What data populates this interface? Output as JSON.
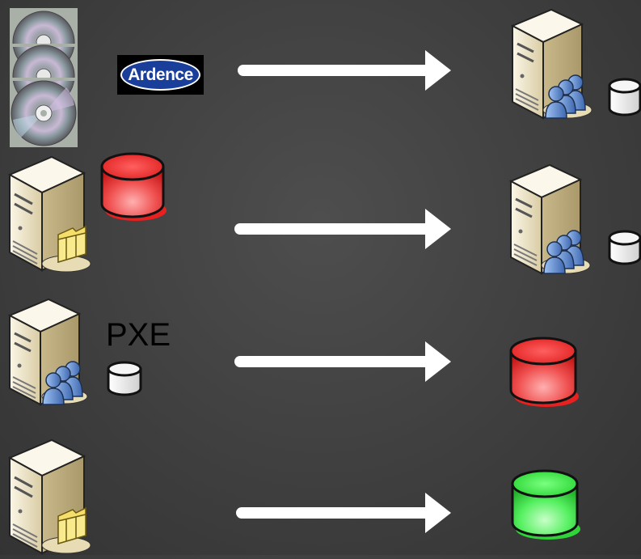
{
  "rows": [
    {
      "id": "row-1",
      "source": [
        "cd-stack-icon",
        "ardence-logo"
      ],
      "target": [
        "server-users-icon",
        "small-disk-icon"
      ]
    },
    {
      "id": "row-2",
      "source": [
        "server-folder-icon",
        "red-disk-icon"
      ],
      "target": [
        "server-users-icon",
        "small-disk-icon"
      ]
    },
    {
      "id": "row-3",
      "source": [
        "server-users-icon",
        "small-disk-icon"
      ],
      "target": [
        "red-disk-icon"
      ]
    },
    {
      "id": "row-4",
      "source": [
        "server-folder-icon"
      ],
      "target": [
        "green-disk-icon"
      ]
    }
  ],
  "labels": {
    "pxe": "PXE",
    "ardence": "Ardence"
  },
  "colors": {
    "arrow": "#ffffff",
    "disk_red": "#e8262a",
    "disk_green": "#3fe04a",
    "disk_white": "#eeeeee",
    "server_body": "#f2ead2",
    "users": "#4a78c0",
    "folder": "#f5df6a",
    "logo_blue": "#1a3f9a"
  }
}
